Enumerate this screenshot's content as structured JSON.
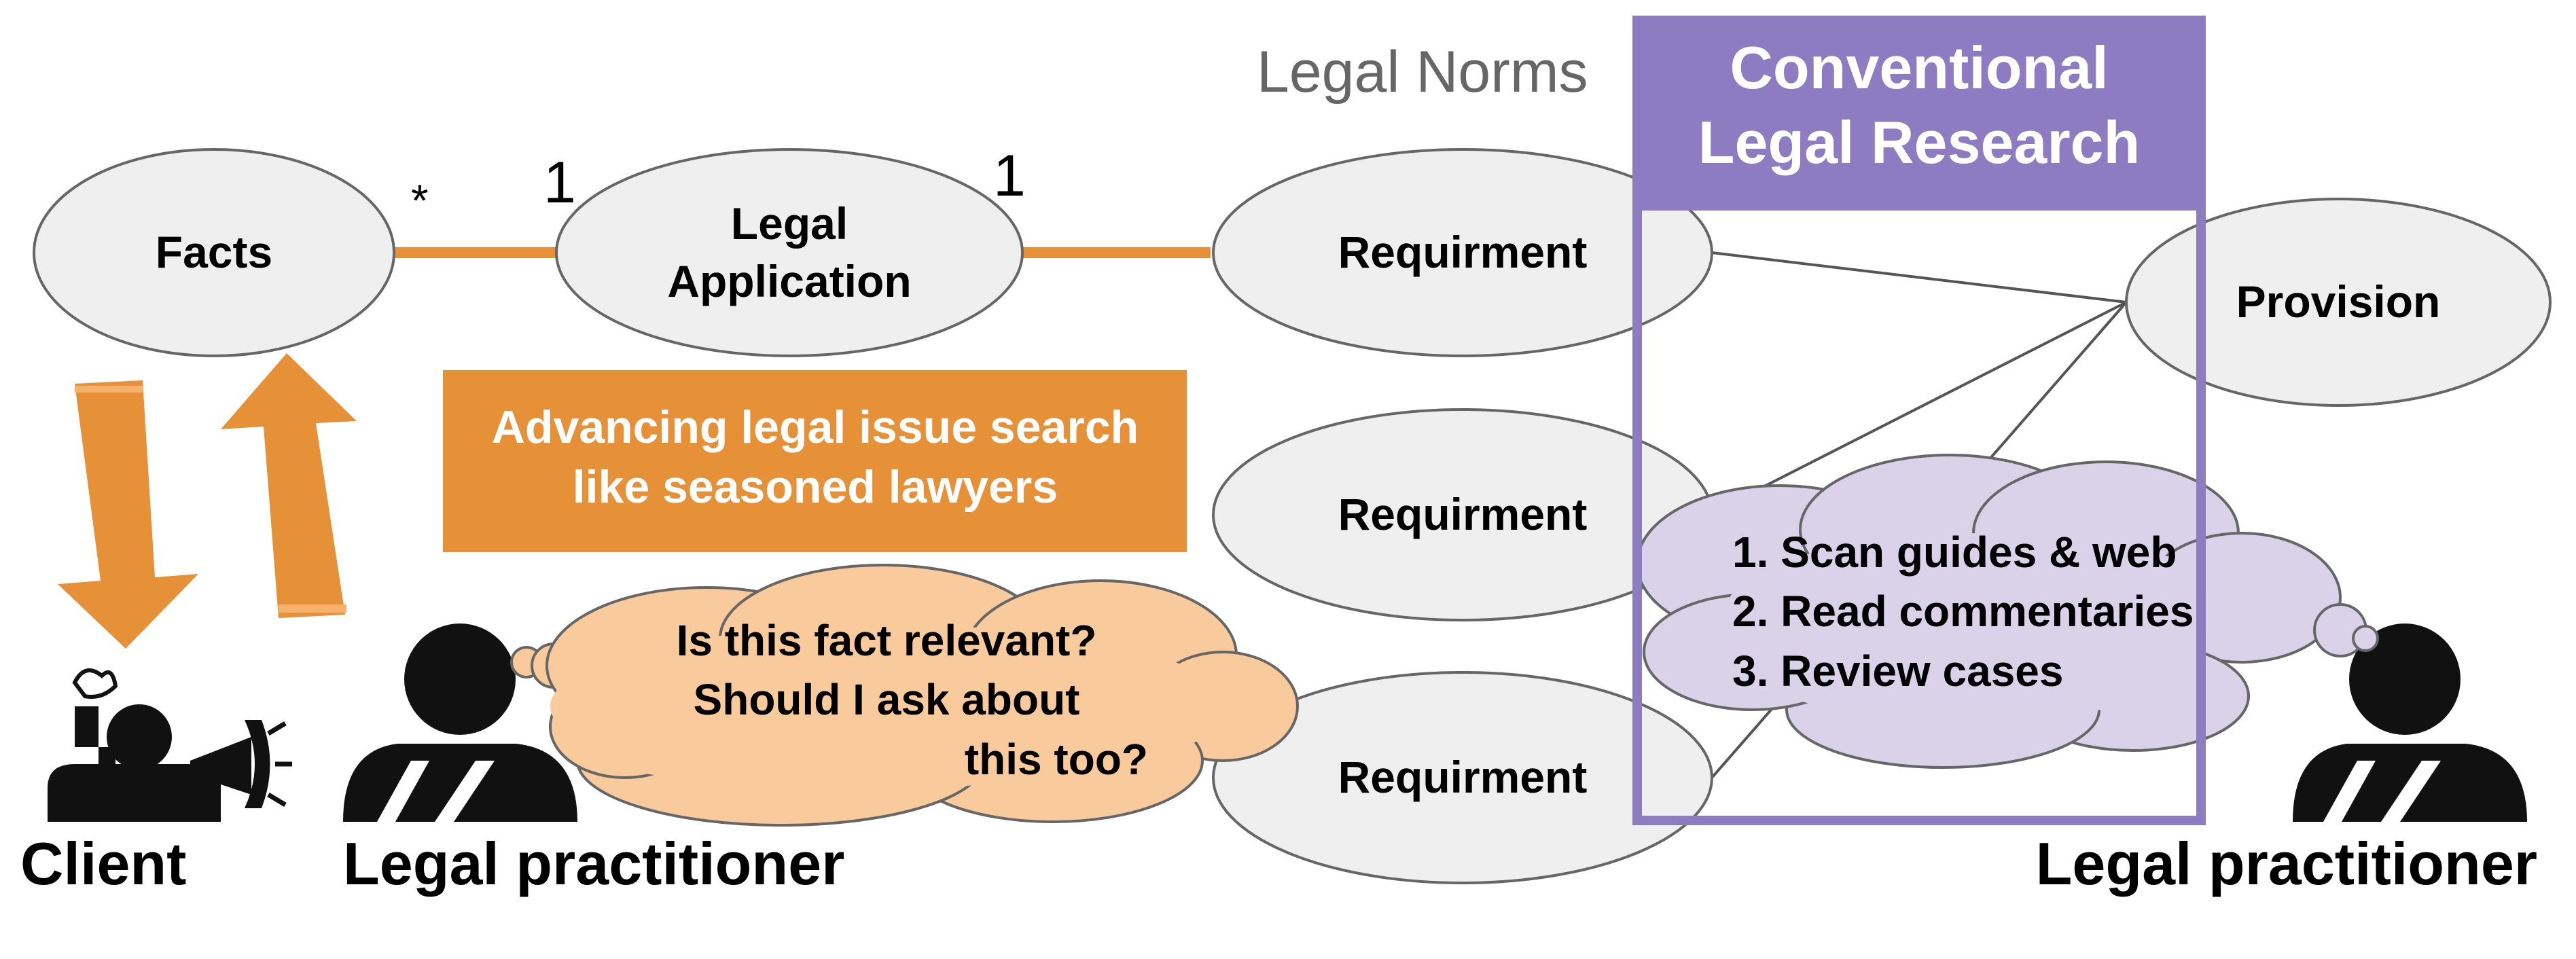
{
  "header": {
    "legal_norms": "Legal Norms",
    "research_title_line1": "Conventional",
    "research_title_line2": "Legal Research"
  },
  "nodes": {
    "facts": "Facts",
    "legal_application_line1": "Legal",
    "legal_application_line2": "Application",
    "requirement_1": "Requirment",
    "requirement_2": "Requirment",
    "requirement_3": "Requirment",
    "provision": "Provision"
  },
  "multiplicity": {
    "facts_side": "*",
    "application_left": "1",
    "application_right": "1"
  },
  "banner": {
    "line1": "Advancing legal issue search",
    "line2": "like seasoned lawyers"
  },
  "thought_bubble": {
    "line1": "Is this fact relevant?",
    "line2": "Should I ask about",
    "line3": "this too?"
  },
  "research_steps": [
    "1. Scan guides & web",
    "2. Read commentaries",
    "3. Review cases"
  ],
  "actors": {
    "client": "Client",
    "practitioner_left": "Legal practitioner",
    "practitioner_right": "Legal practitioner"
  },
  "colors": {
    "orange": "#e69138",
    "purple": "#8e7cc3",
    "lavender": "#d9d2e9",
    "peach": "#f9cb9c",
    "node_fill": "#efefef",
    "node_stroke": "#666666"
  },
  "icons": {
    "client": "client-megaphone-icon",
    "practitioner": "thinking-person-icon",
    "arrows": "orange-arrow-icon"
  }
}
